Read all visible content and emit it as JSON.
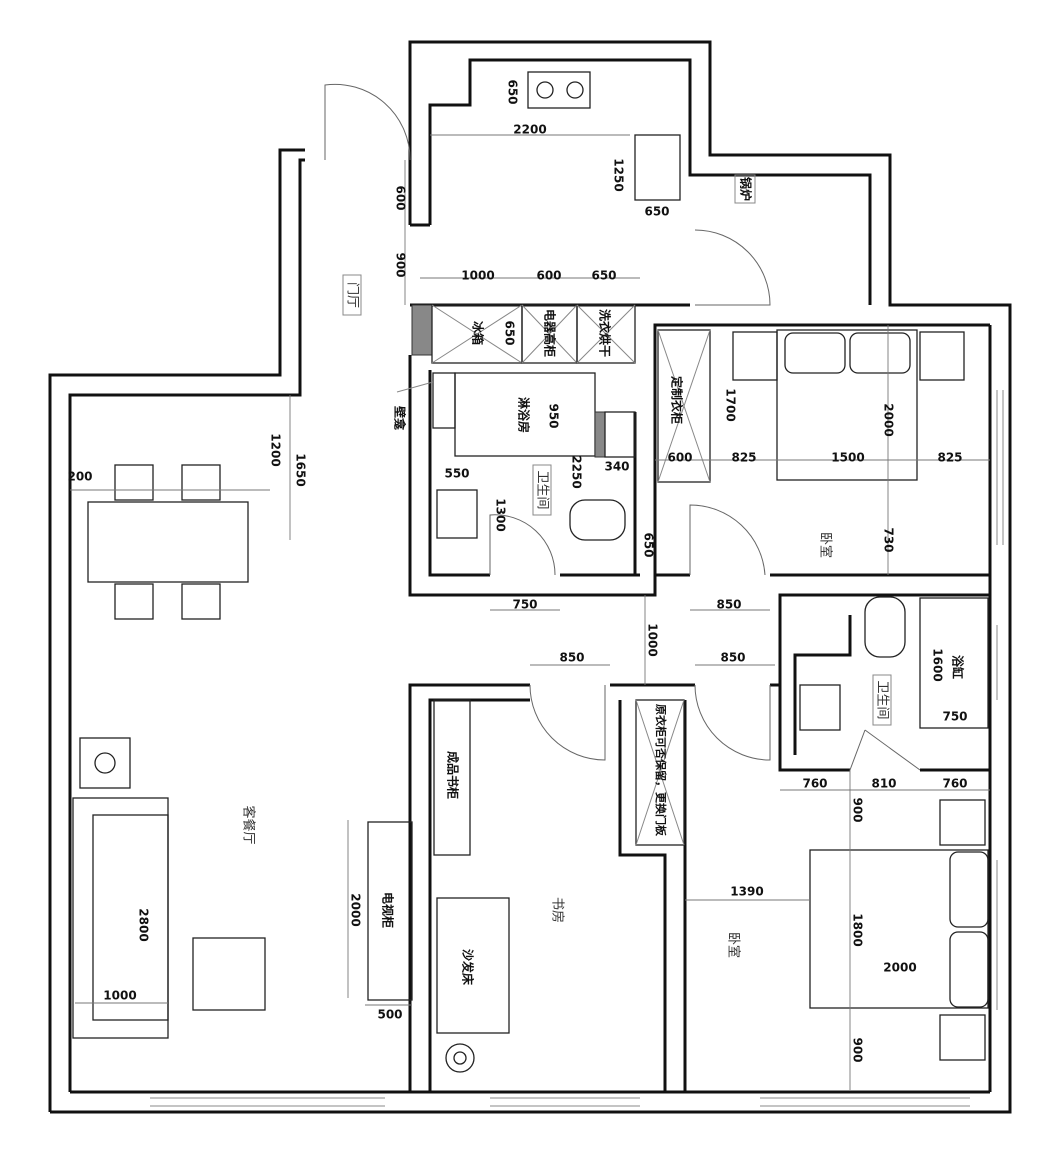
{
  "rooms": {
    "entry": "门厅",
    "bath1": "卫生间",
    "bedroom1": "卧室",
    "bath2": "卫生间",
    "bedroom2": "卧室",
    "study": "书房",
    "living_dining": "客餐厅",
    "boiler": "锅炉"
  },
  "furniture": {
    "fridge": "冰箱",
    "appliance_cabinet": "电器高柜",
    "washer_dryer": "洗衣烘干",
    "shower": "淋浴房",
    "niche": "壁龛",
    "wardrobe_custom": "定制衣柜",
    "bookcase": "成品书柜",
    "tv_cabinet": "电视柜",
    "sofa_bed": "沙发床",
    "bathtub": "浴缸",
    "wardrobe_note": "原衣柜可否保留，更换门板"
  },
  "dimensions": [
    "650",
    "2200",
    "1250",
    "650",
    "600",
    "900",
    "1000",
    "600",
    "650",
    "650",
    "950",
    "1700",
    "2000",
    "600",
    "825",
    "1500",
    "825",
    "550",
    "2250",
    "340",
    "1300",
    "650",
    "730",
    "750",
    "850",
    "1000",
    "850",
    "850",
    "1600",
    "750",
    "760",
    "810",
    "760",
    "900",
    "1390",
    "1800",
    "2000",
    "900",
    "1200",
    "1650",
    "200",
    "2800",
    "1000",
    "2000",
    "500"
  ]
}
